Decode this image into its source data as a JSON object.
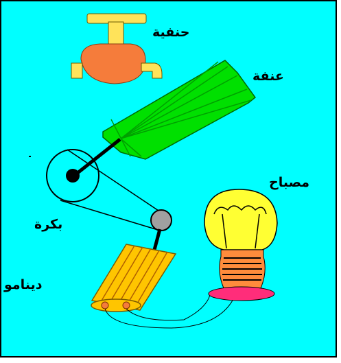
{
  "labels": {
    "tap": "حنفية",
    "water_wheel": "عنفة",
    "lamp": "مصباح",
    "pulley": "بكرة",
    "dynamo": "دينامو"
  },
  "colors": {
    "background": "#00FFFF",
    "border": "#000000",
    "tap_metal": "#FFE35A",
    "tap_body": "#F57C3B",
    "wheel": "#00E000",
    "bulb_glass": "#FFFF33",
    "bulb_base": "#FF8C3C",
    "bulb_tip": "#FF2D7A",
    "dynamo": "#FFC500",
    "wire": "#000000"
  }
}
